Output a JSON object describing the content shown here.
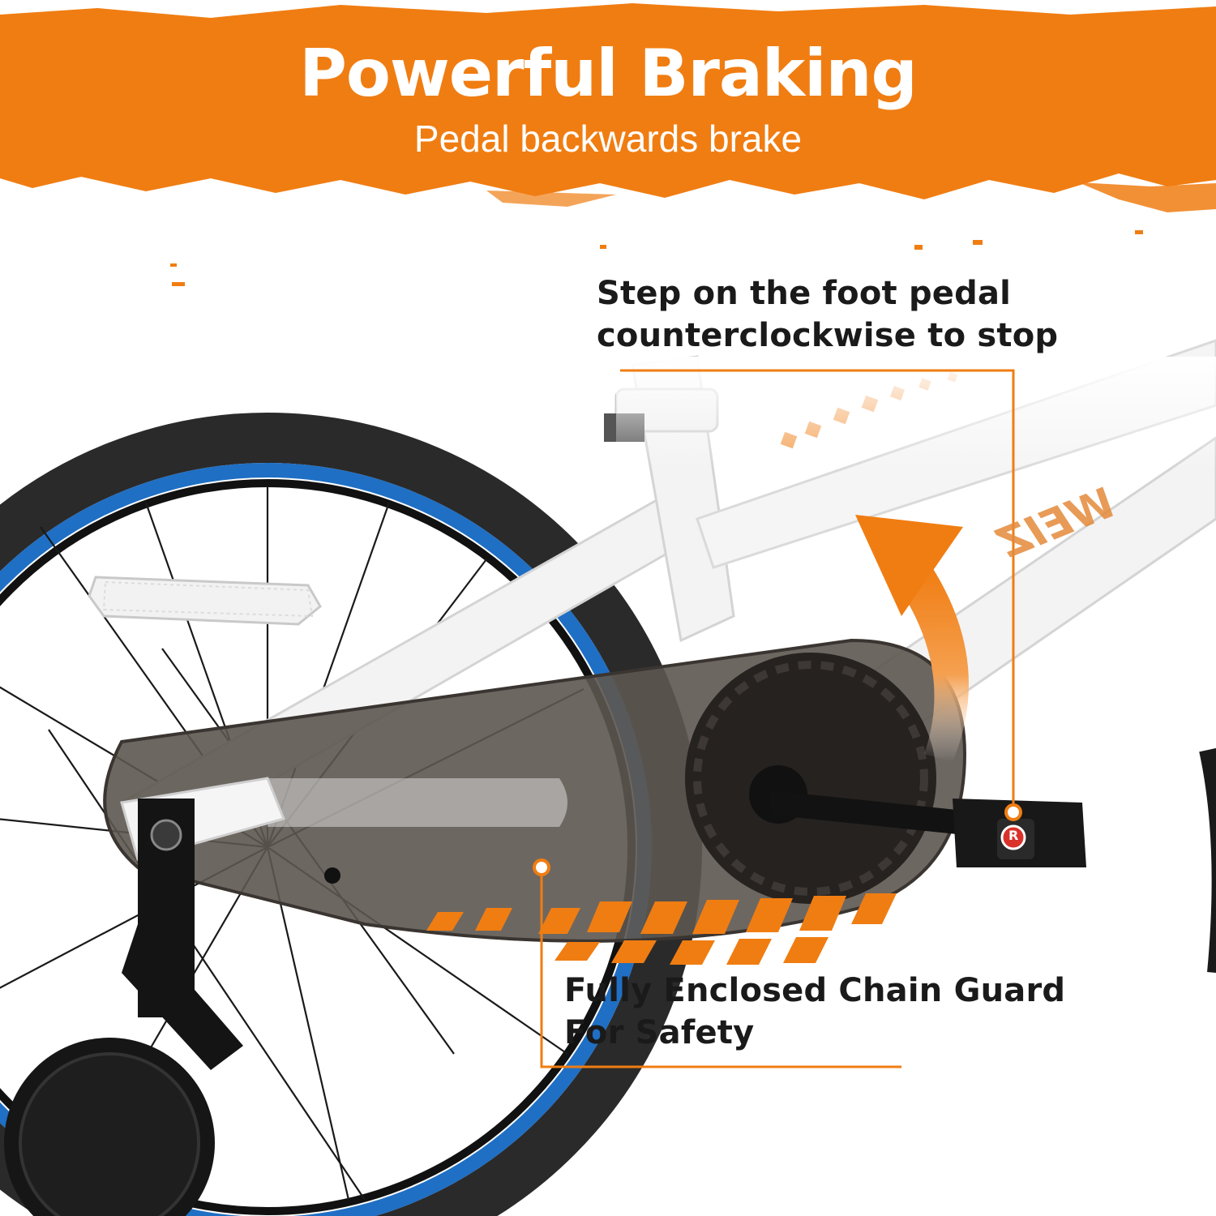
{
  "banner": {
    "title": "Powerful Braking",
    "subtitle": "Pedal backwards brake"
  },
  "callouts": {
    "pedal": {
      "line1": "Step on the foot pedal",
      "line2": "counterclockwise to stop"
    },
    "chain_guard": {
      "line1": "Fully Enclosed Chain Guard",
      "line2": "For Safety"
    }
  },
  "frame_decal": "WEIZ",
  "pedal_reflector_letter": "R",
  "colors": {
    "accent": "#f07d12",
    "frame": "#f1f1f1",
    "tire_rim": "#1f6fc4",
    "chain_guard": "#5d5650",
    "text_dark": "#1a1a1a"
  }
}
